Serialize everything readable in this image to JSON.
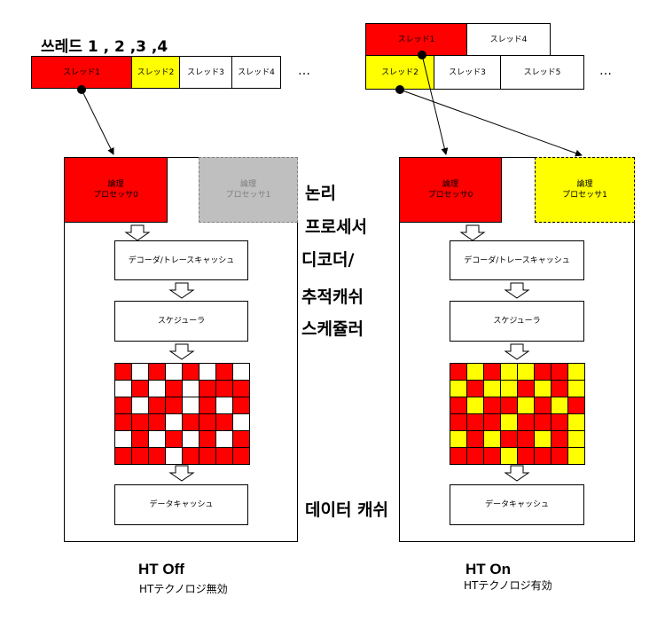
{
  "threads_heading": "쓰레드 1 , 2 ,3 ,4",
  "left_threads": [
    {
      "label": "スレッド1",
      "color": "red"
    },
    {
      "label": "スレッド2",
      "color": "yellow"
    },
    {
      "label": "スレッド3",
      "color": "white"
    },
    {
      "label": "スレッド4",
      "color": "white"
    }
  ],
  "right_threads": [
    {
      "label": "スレッド1",
      "color": "red"
    },
    {
      "label": "スレッド4",
      "color": "white"
    },
    {
      "label": "スレッド2",
      "color": "yellow"
    },
    {
      "label": "スレッド3",
      "color": "white"
    },
    {
      "label": "スレッド5",
      "color": "white"
    }
  ],
  "ellipsis": "…",
  "left_panel": {
    "lp0": "論理\nプロセッサ0",
    "lp1": "論理\nプロセッサ1",
    "decoder": "デコーダ/トレースキャッシュ",
    "scheduler": "スケジューラ",
    "data_cache": "データキャッシュ",
    "title": "HT Off",
    "subtitle": "HTテクノロジ無効",
    "grid": [
      "rwrwrwrw",
      "wrwrwrrr",
      "rwrrwrwr",
      "rrrwrrrw",
      "wrwrwrwr",
      "rrrwrrrr"
    ]
  },
  "right_panel": {
    "lp0": "論理\nプロセッサ0",
    "lp1": "論理\nプロセッサ1",
    "decoder": "デコーダ/トレースキャッシュ",
    "scheduler": "スケジューラ",
    "data_cache": "データキャッシュ",
    "title": "HT On",
    "subtitle": "HTテクノロジ有効",
    "grid": [
      "ryryyrry",
      "yryyryry",
      "ryrryryr",
      "rrryrrry",
      "yryrryry",
      "rrryrrry"
    ]
  },
  "korean_labels": {
    "logical_processor": "논리\n프로세서",
    "decoder_cache": "디코더/\n추적캐쉬",
    "scheduler": "스케쥴러",
    "data_cache": "데이터 캐쉬"
  },
  "colors": {
    "red": "#ff0000",
    "yellow": "#ffff00",
    "white": "#ffffff",
    "gray": "#bfbfbf"
  }
}
